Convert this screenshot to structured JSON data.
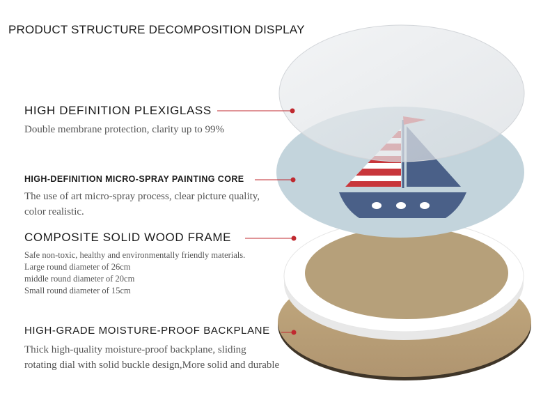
{
  "title": "PRODUCT STRUCTURE DECOMPOSITION DISPLAY",
  "sections": [
    {
      "heading": "HIGH DEFINITION PLEXIGLASS",
      "lines": [
        "Double membrane protection, clarity up to 99%"
      ]
    },
    {
      "heading": "HIGH-DEFINITION MICRO-SPRAY PAINTING CORE",
      "lines": [
        "The use of art micro-spray process, clear picture quality,",
        "color realistic."
      ]
    },
    {
      "heading": "COMPOSITE SOLID WOOD FRAME",
      "lines": [
        "Safe non-toxic, healthy and environmentally friendly materials.",
        "Large round diameter of 26cm",
        "middle round diameter of 20cm",
        "Small round diameter of 15cm"
      ]
    },
    {
      "heading": "HIGH-GRADE MOISTURE-PROOF BACKPLANE",
      "lines": [
        "Thick high-quality moisture-proof backplane, sliding",
        "rotating dial with solid buckle design,More solid and durable"
      ]
    }
  ],
  "colors": {
    "accent": "#c0292f",
    "boat_hull": "#4a6088",
    "stripe_red": "#c8363b",
    "backplane": "#b9a27a",
    "painting_bg": "#c3d4dc"
  }
}
